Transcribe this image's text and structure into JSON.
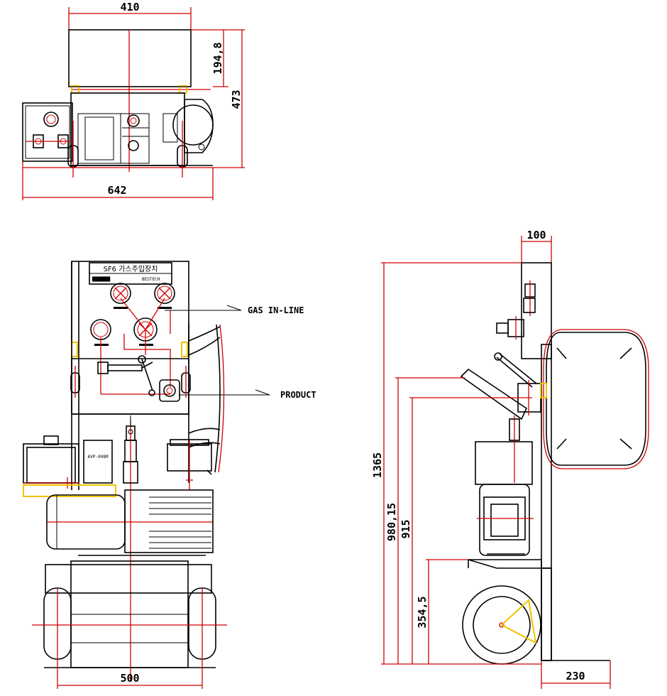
{
  "drawing": {
    "top_view": {
      "dim_width_top": "410",
      "dim_height_upper": "194,8",
      "dim_height_total": "473",
      "dim_width_bottom": "642"
    },
    "front_view": {
      "panel_title": "SF6 가스주입장치",
      "panel_brand": "BESTECH",
      "panel_left_code": "███████",
      "pump_label": "AVP-008M",
      "callout_gas": "GAS IN-LINE",
      "callout_product": "PRODUCT",
      "dim_base_width": "500"
    },
    "side_view": {
      "dim_top_depth": "100",
      "dim_total_height": "1365",
      "dim_height_980": "980,15",
      "dim_height_915": "915",
      "dim_height_354": "354,5",
      "dim_base_depth": "230"
    },
    "colors": {
      "line": "#000000",
      "centerline": "#d00000",
      "highlight": "#f2c200"
    }
  }
}
